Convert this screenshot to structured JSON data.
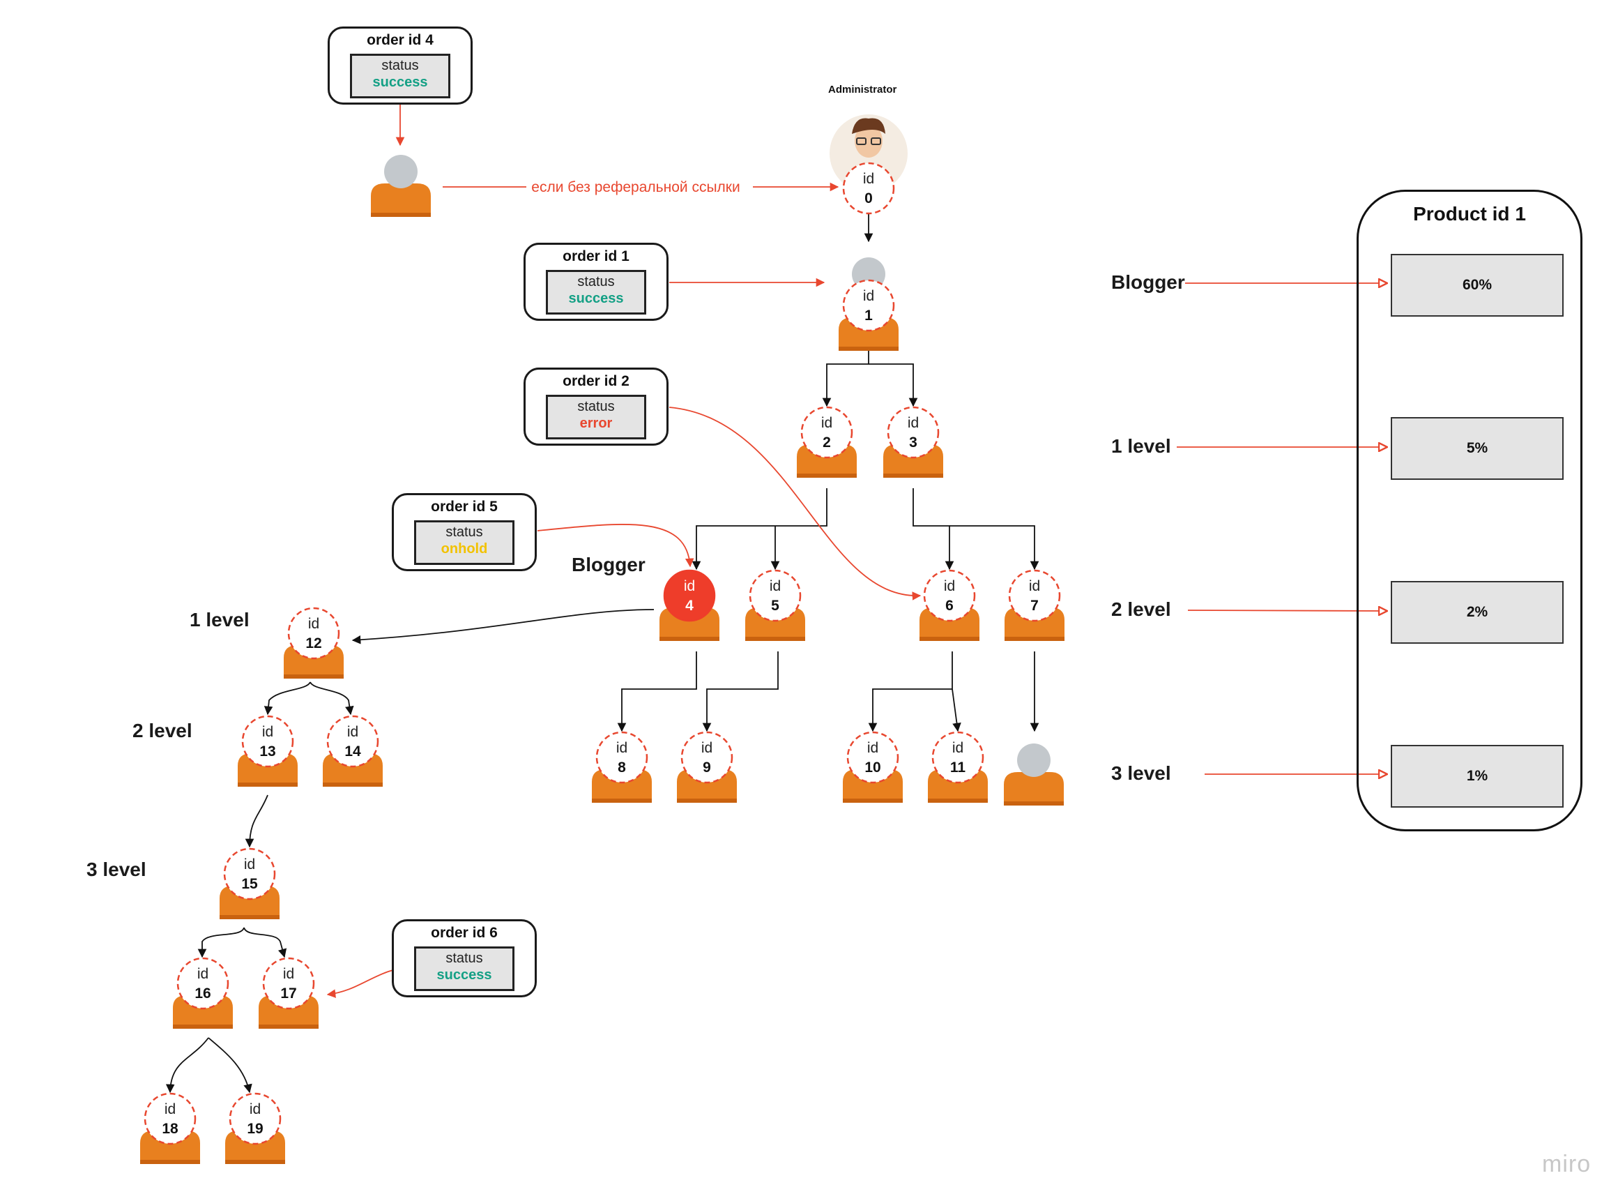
{
  "administrator_label": "Administrator",
  "referral_note": "если без реферальной ссылки",
  "blogger_label": "Blogger",
  "level_labels": [
    "1 level",
    "2 level",
    "3 level"
  ],
  "status_word": "status",
  "status_colors": {
    "success": "#14a085",
    "error": "#e8472f",
    "onhold": "#f2c200"
  },
  "orders": [
    {
      "title": "order id 4",
      "status": "success"
    },
    {
      "title": "order id 1",
      "status": "success"
    },
    {
      "title": "order id 2",
      "status": "error"
    },
    {
      "title": "order id 5",
      "status": "onhold"
    },
    {
      "title": "order id 6",
      "status": "success"
    }
  ],
  "id_word": "id",
  "nodes": [
    "0",
    "1",
    "2",
    "3",
    "4",
    "5",
    "6",
    "7",
    "8",
    "9",
    "10",
    "11",
    "12",
    "13",
    "14",
    "15",
    "16",
    "17",
    "18",
    "19"
  ],
  "blogger_node": "4",
  "product": {
    "title": "Product id 1",
    "rows": [
      {
        "label": "Blogger",
        "value": "60%"
      },
      {
        "label": "1 level",
        "value": "5%"
      },
      {
        "label": "2 level",
        "value": "2%"
      },
      {
        "label": "3 level",
        "value": "1%"
      }
    ]
  },
  "colors": {
    "person": "#e8801f",
    "connector": "#e8472f",
    "blogger_fill": "#ee3d2a",
    "head_gray": "#c3c8cc"
  },
  "watermark": "miro"
}
